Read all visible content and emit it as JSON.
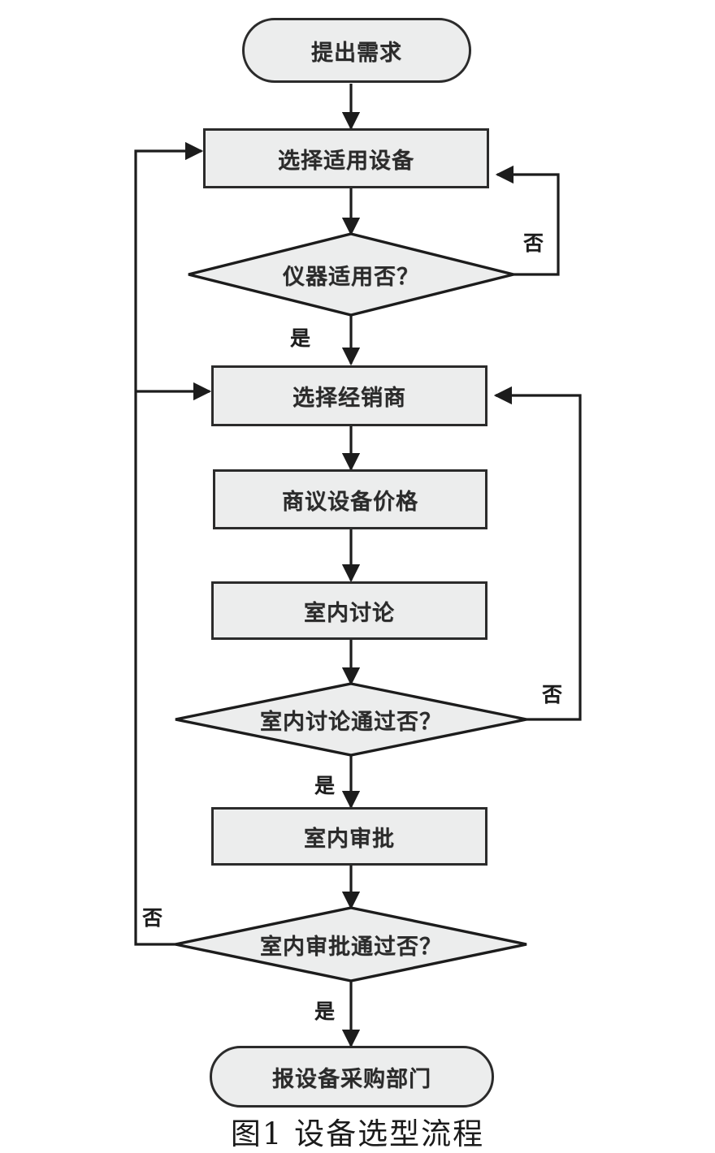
{
  "figure": {
    "caption": "图1  设备选型流程",
    "background_color": "#ffffff",
    "node_fill_color": "#eceded",
    "node_stroke_color": "#2b2b2b"
  },
  "nodes": [
    {
      "id": "start",
      "shape": "terminal",
      "label": "提出需求"
    },
    {
      "id": "select_eq",
      "shape": "process",
      "label": "选择适用设备"
    },
    {
      "id": "dec_eq",
      "shape": "decision",
      "label": "仪器适用否？"
    },
    {
      "id": "select_dl",
      "shape": "process",
      "label": "选择经销商"
    },
    {
      "id": "price",
      "shape": "process",
      "label": "商议设备价格"
    },
    {
      "id": "discuss",
      "shape": "process",
      "label": "室内讨论"
    },
    {
      "id": "dec_disc",
      "shape": "decision",
      "label": "室内讨论通过否？"
    },
    {
      "id": "approve",
      "shape": "process",
      "label": "室内审批"
    },
    {
      "id": "dec_appr",
      "shape": "decision",
      "label": "室内审批通过否？"
    },
    {
      "id": "end",
      "shape": "terminal",
      "label": "报设备采购部门"
    }
  ],
  "edge_labels": {
    "eq_no": "否",
    "eq_yes": "是",
    "disc_no": "否",
    "disc_yes": "是",
    "appr_no": "否",
    "appr_yes": "是"
  }
}
